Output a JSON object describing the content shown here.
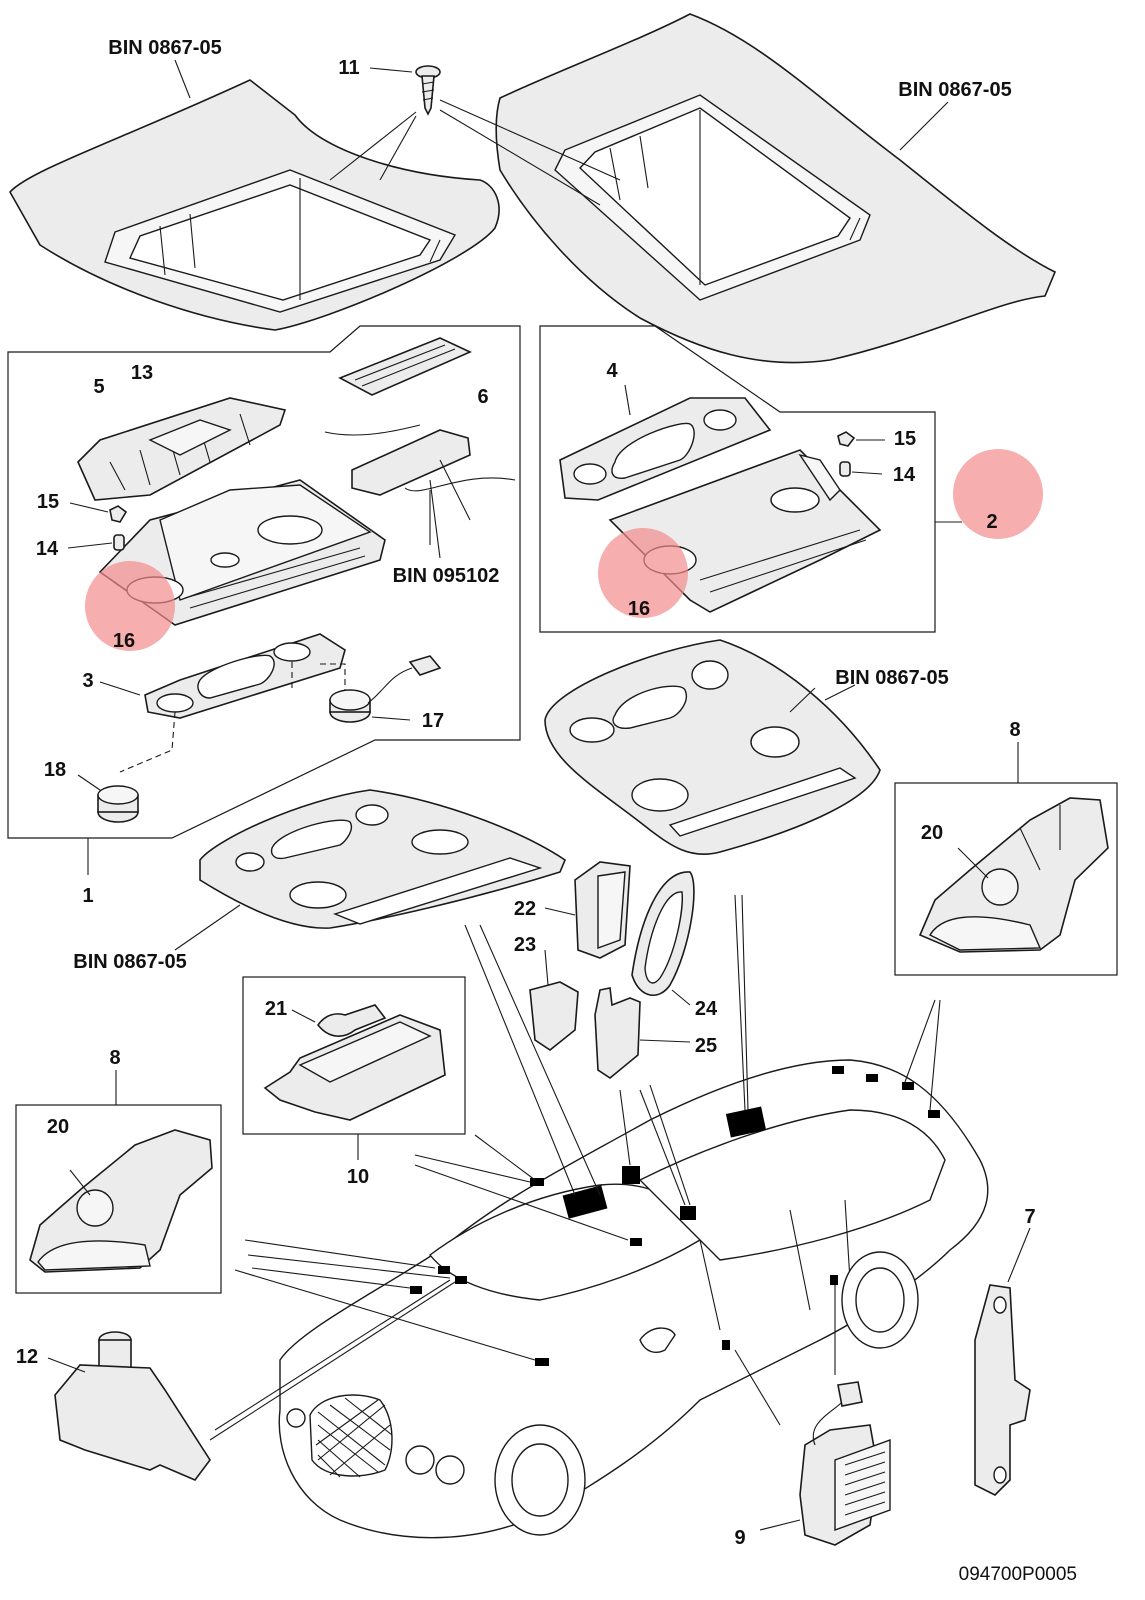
{
  "diagram": {
    "reference_code": "094700P0005",
    "highlight_color": "#f28b8b",
    "labels": [
      {
        "id": "bin-top-left",
        "text": "BIN 0867-05"
      },
      {
        "id": "bin-top-right",
        "text": "BIN 0867-05"
      },
      {
        "id": "bin-mid-right",
        "text": "BIN 0867-05"
      },
      {
        "id": "bin-bottom-left",
        "text": "BIN 0867-05"
      },
      {
        "id": "bin-095102",
        "text": "BIN 095102"
      },
      {
        "id": "c1",
        "text": "1"
      },
      {
        "id": "c2",
        "text": "2"
      },
      {
        "id": "c3",
        "text": "3"
      },
      {
        "id": "c4",
        "text": "4"
      },
      {
        "id": "c5",
        "text": "5"
      },
      {
        "id": "c6",
        "text": "6"
      },
      {
        "id": "c7",
        "text": "7"
      },
      {
        "id": "c8a",
        "text": "8"
      },
      {
        "id": "c8b",
        "text": "8"
      },
      {
        "id": "c9",
        "text": "9"
      },
      {
        "id": "c10",
        "text": "10"
      },
      {
        "id": "c11",
        "text": "11"
      },
      {
        "id": "c12",
        "text": "12"
      },
      {
        "id": "c13",
        "text": "13"
      },
      {
        "id": "c14a",
        "text": "14"
      },
      {
        "id": "c14b",
        "text": "14"
      },
      {
        "id": "c15a",
        "text": "15"
      },
      {
        "id": "c15b",
        "text": "15"
      },
      {
        "id": "c16a",
        "text": "16"
      },
      {
        "id": "c16b",
        "text": "16"
      },
      {
        "id": "c17",
        "text": "17"
      },
      {
        "id": "c18",
        "text": "18"
      },
      {
        "id": "c20a",
        "text": "20"
      },
      {
        "id": "c20b",
        "text": "20"
      },
      {
        "id": "c21",
        "text": "21"
      },
      {
        "id": "c22",
        "text": "22"
      },
      {
        "id": "c23",
        "text": "23"
      },
      {
        "id": "c24",
        "text": "24"
      },
      {
        "id": "c25",
        "text": "25"
      }
    ]
  }
}
